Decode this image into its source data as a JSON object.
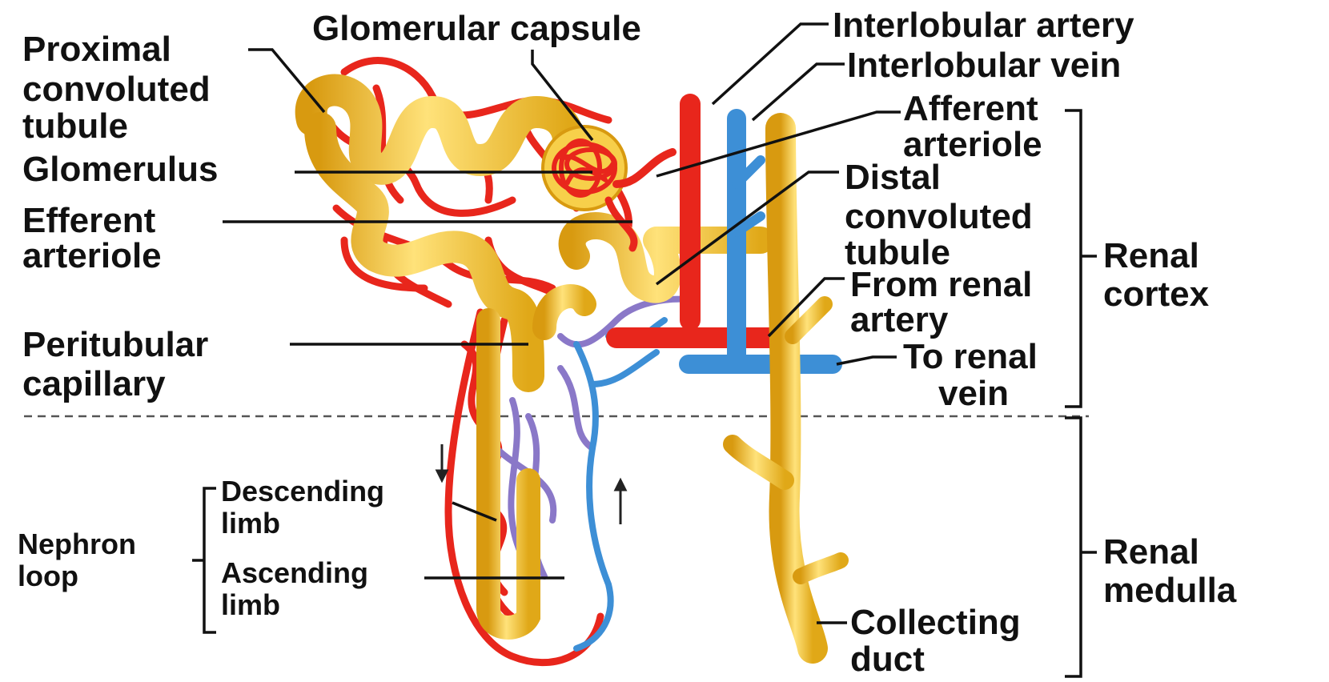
{
  "labels": {
    "proximal_tubule": [
      "Proximal",
      "convoluted",
      "tubule"
    ],
    "glomerular_capsule": "Glomerular capsule",
    "interlobular_artery": "Interlobular artery",
    "interlobular_vein": "Interlobular vein",
    "afferent_arteriole": [
      "Afferent",
      "arteriole"
    ],
    "glomerulus": "Glomerulus",
    "efferent_arteriole": [
      "Efferent",
      "arteriole"
    ],
    "distal_tubule": [
      "Distal",
      "convoluted",
      "tubule"
    ],
    "from_renal_artery": [
      "From renal",
      "artery"
    ],
    "renal_cortex": [
      "Renal",
      "cortex"
    ],
    "peritubular_capillary": [
      "Peritubular",
      "capillary"
    ],
    "to_renal_vein": [
      "To renal",
      "vein"
    ],
    "descending_limb": [
      "Descending",
      "limb"
    ],
    "nephron_loop": [
      "Nephron",
      "loop"
    ],
    "ascending_limb": [
      "Ascending",
      "limb"
    ],
    "renal_medulla": [
      "Renal",
      "medulla"
    ],
    "collecting_duct": [
      "Collecting",
      "duct"
    ]
  },
  "colors": {
    "artery": "#e8261c",
    "vein": "#3d8fd6",
    "capillary_mid": "#8a78c8",
    "tubule": "#f3c030",
    "tubule_edge": "#d89a10",
    "text": "#111111"
  }
}
